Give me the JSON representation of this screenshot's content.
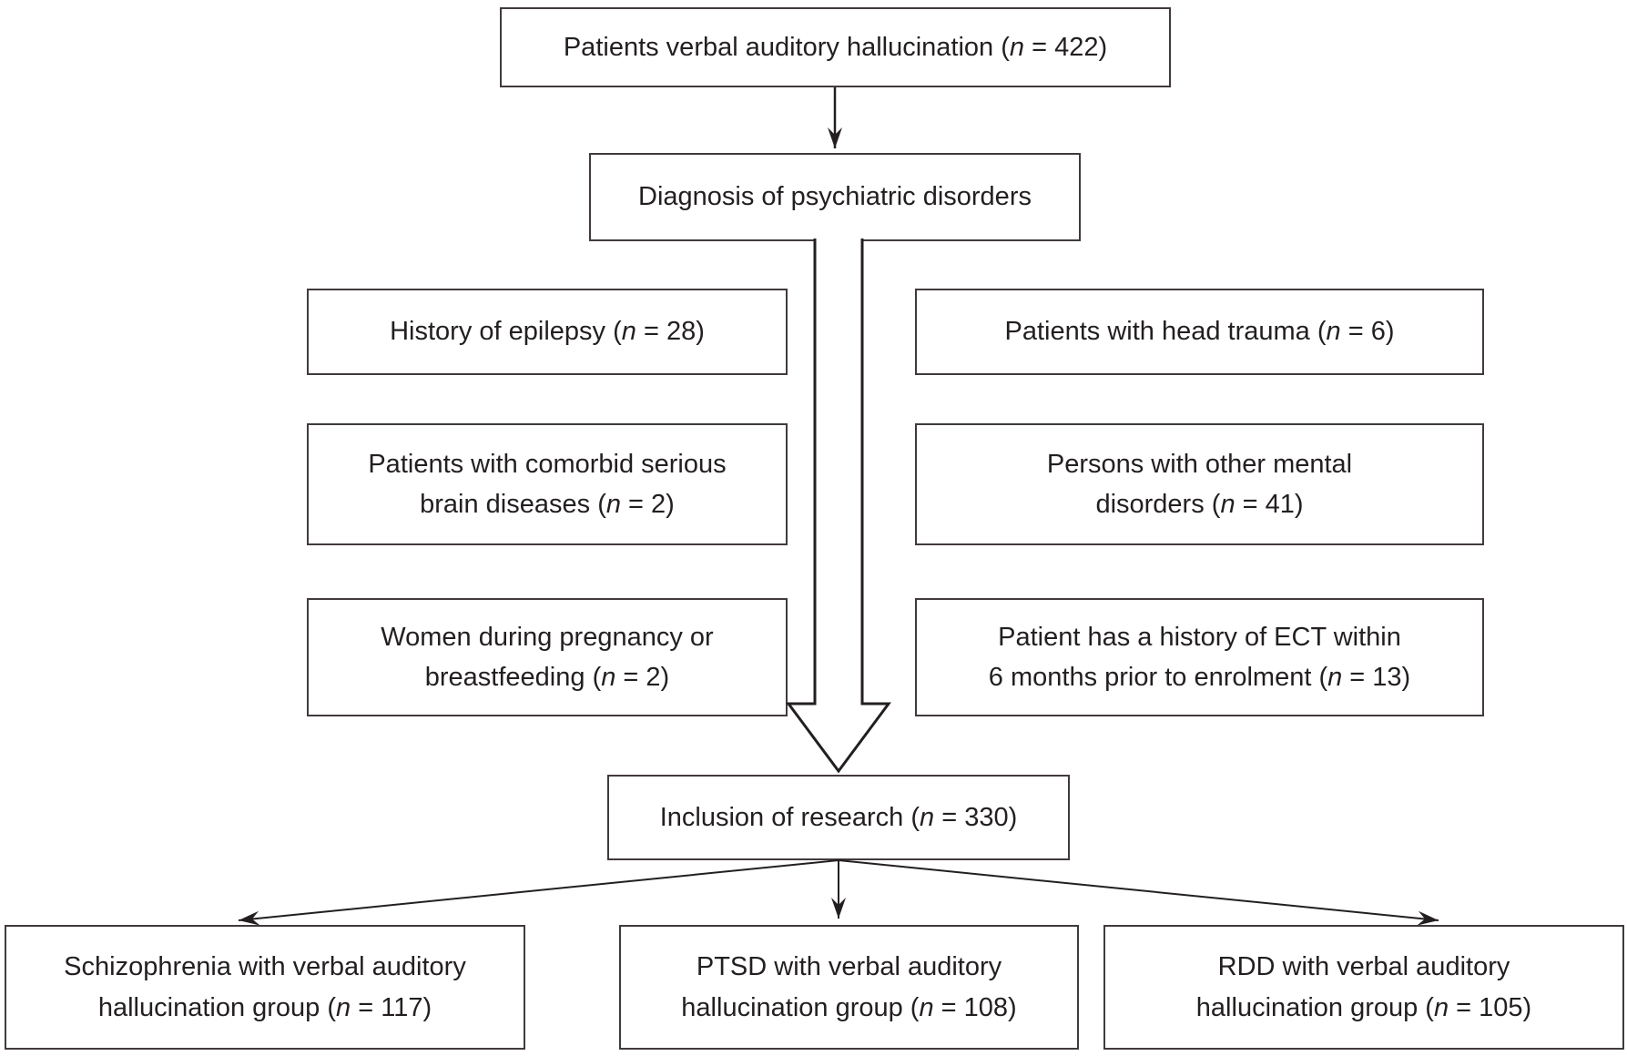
{
  "palette": {
    "ink": "#231f20",
    "box_border": "#413a3b",
    "background": "#ffffff"
  },
  "flowchart": {
    "top_box": {
      "name": "Patients verbal auditory hallucination",
      "n": 422,
      "segments": [
        {
          "t": "Patients verbal auditory hallucination ("
        },
        {
          "t": "n",
          "i": true
        },
        {
          "t": " = 422)"
        }
      ]
    },
    "diagnosis_box": {
      "name": "Diagnosis of psychiatric disorders",
      "segments": [
        {
          "t": "Diagnosis of psychiatric disorders"
        }
      ]
    },
    "exclusions_left": [
      {
        "name": "History of epilepsy",
        "n": 28,
        "segments": [
          {
            "t": "History of epilepsy ("
          },
          {
            "t": "n",
            "i": true
          },
          {
            "t": " = 28)"
          }
        ]
      },
      {
        "name": "Patients with comorbid serious brain diseases",
        "n": 2,
        "segments": [
          {
            "t": "Patients with comorbid serious"
          },
          {
            "br": true
          },
          {
            "t": "brain diseases ("
          },
          {
            "t": "n",
            "i": true
          },
          {
            "t": " = 2)"
          }
        ]
      },
      {
        "name": "Women during pregnancy or breastfeeding",
        "n": 2,
        "segments": [
          {
            "t": "Women during pregnancy or"
          },
          {
            "br": true
          },
          {
            "t": "breastfeeding ("
          },
          {
            "t": "n",
            "i": true
          },
          {
            "t": " = 2)"
          }
        ]
      }
    ],
    "exclusions_right": [
      {
        "name": "Patients with head trauma",
        "n": 6,
        "segments": [
          {
            "t": "Patients with head trauma ("
          },
          {
            "t": "n",
            "i": true
          },
          {
            "t": " = 6)"
          }
        ]
      },
      {
        "name": "Persons with other mental disorders",
        "n": 41,
        "segments": [
          {
            "t": "Persons with other mental"
          },
          {
            "br": true
          },
          {
            "t": "disorders ("
          },
          {
            "t": "n",
            "i": true
          },
          {
            "t": " = 41)"
          }
        ]
      },
      {
        "name": "Patient has a history of ECT within 6 months prior to enrolment",
        "n": 13,
        "segments": [
          {
            "t": "Patient has a history of ECT within"
          },
          {
            "br": true
          },
          {
            "t": "6 months prior to enrolment ("
          },
          {
            "t": "n",
            "i": true
          },
          {
            "t": " = 13)"
          }
        ]
      }
    ],
    "inclusion_box": {
      "name": "Inclusion of research",
      "n": 330,
      "segments": [
        {
          "t": "Inclusion of research ("
        },
        {
          "t": "n",
          "i": true
        },
        {
          "t": " = 330)"
        }
      ]
    },
    "outcome_boxes": [
      {
        "name": "Schizophrenia with verbal auditory hallucination group",
        "n": 117,
        "segments": [
          {
            "t": "Schizophrenia with verbal auditory"
          },
          {
            "br": true
          },
          {
            "t": "hallucination group ("
          },
          {
            "t": "n",
            "i": true
          },
          {
            "t": " = 117)"
          }
        ]
      },
      {
        "name": "PTSD with verbal auditory hallucination group",
        "n": 108,
        "segments": [
          {
            "t": "PTSD with verbal auditory"
          },
          {
            "br": true
          },
          {
            "t": "hallucination group ("
          },
          {
            "t": "n",
            "i": true
          },
          {
            "t": " = 108)"
          }
        ]
      },
      {
        "name": "RDD with verbal auditory hallucination group",
        "n": 105,
        "segments": [
          {
            "t": "RDD with verbal auditory"
          },
          {
            "br": true
          },
          {
            "t": "hallucination group ("
          },
          {
            "t": "n",
            "i": true
          },
          {
            "t": " = 105)"
          }
        ]
      }
    ]
  }
}
